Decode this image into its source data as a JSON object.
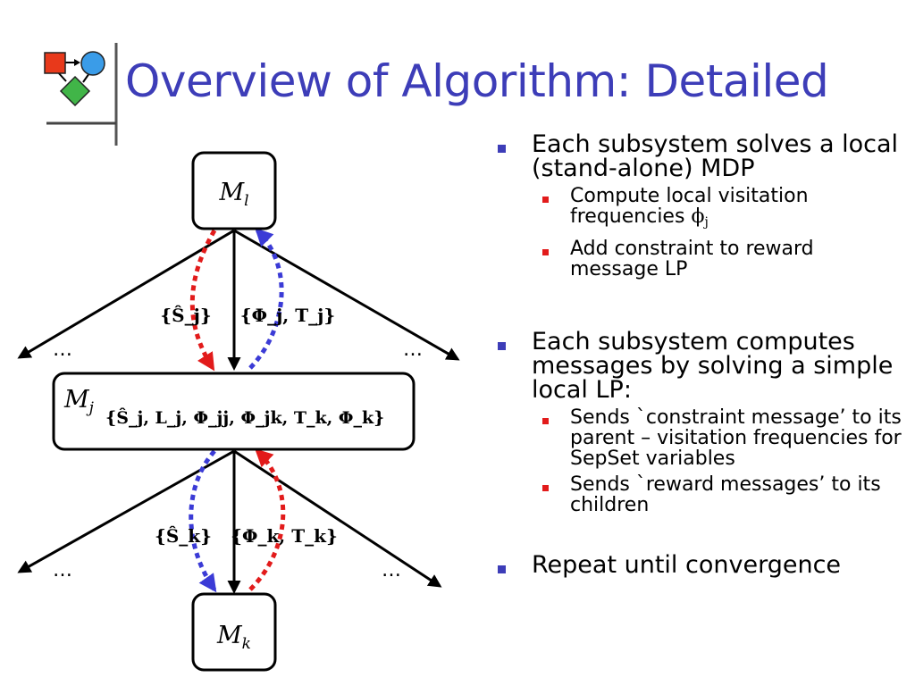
{
  "slide": {
    "title": "Overview of Algorithm: Detailed"
  },
  "diagram": {
    "top_node": {
      "label": "M",
      "subscript": "l"
    },
    "middle_node": {
      "label": "M",
      "subscript": "j",
      "set": "{Ŝ_j, L_j, Φ_jj, Φ_jk, T_k, Φ_k}"
    },
    "bottom_node": {
      "label": "M",
      "subscript": "k"
    },
    "upper_left_message": "{Ŝ_j}",
    "upper_right_message": "{Φ_j, T_j}",
    "lower_left_message": "{Ŝ_k}",
    "lower_right_message": "{Φ_k, T_k}",
    "ellipsis": "…",
    "colors": {
      "constraint": "#e21b1b",
      "reward": "#3b3bd6",
      "text": "#000000"
    }
  },
  "bullets": [
    {
      "text": "Each subsystem solves a local (stand-alone) MDP",
      "children": [
        {
          "text_before": "Compute local visitation frequencies ",
          "symbol": "ϕ",
          "symbol_sub": "j"
        },
        {
          "text": "Add constraint to reward message LP"
        }
      ]
    },
    {
      "text": "Each subsystem computes messages by solving a simple local LP:",
      "children": [
        {
          "text": "Sends `constraint message’ to its parent – visitation frequencies for SepSet variables"
        },
        {
          "text": "Sends `reward messages’ to its children"
        }
      ]
    },
    {
      "text": "Repeat until convergence"
    }
  ]
}
